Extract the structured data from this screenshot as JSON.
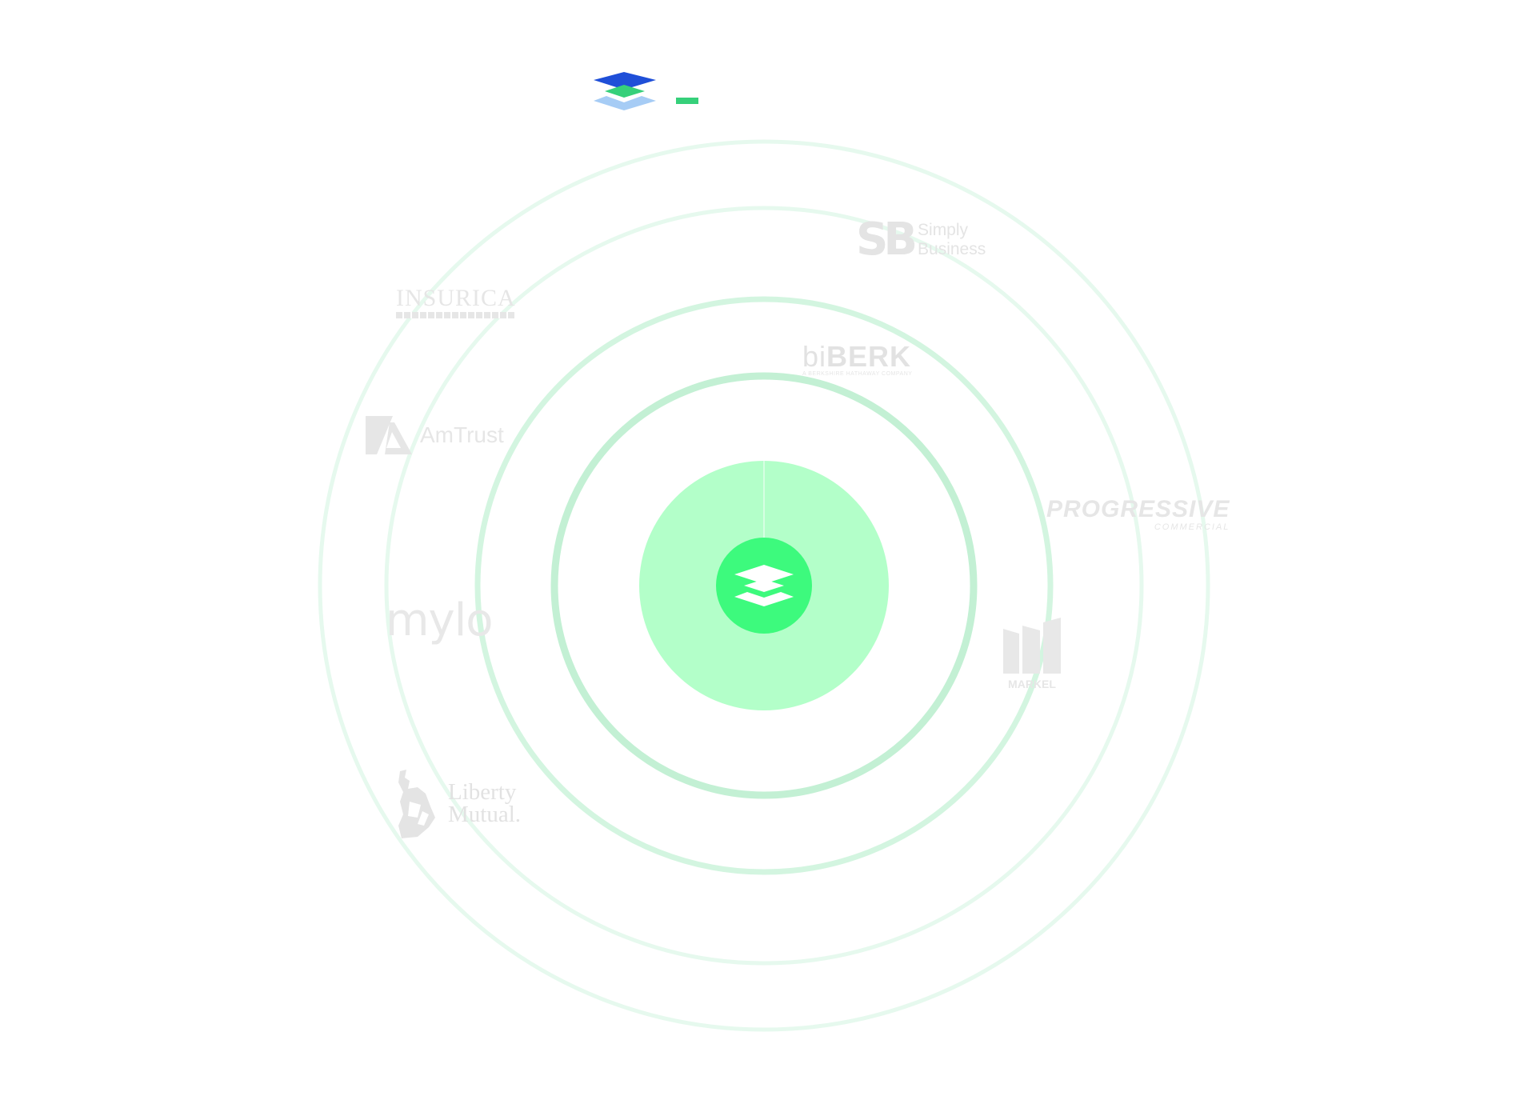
{
  "brand": {
    "colors": {
      "top": "#1f4fd8",
      "middle": "#36d07a",
      "bottom": "#a6ccf5",
      "dash": "#36d07a"
    }
  },
  "diagram": {
    "colors": {
      "core_fill": "#b3ffc9",
      "hub_fill": "#3dfa7d",
      "hub_icon": "#ffffff",
      "ring_inner": "#c3f0d4",
      "ring_mid": "#d3f5e0",
      "ring_outer": "#e6f9ee"
    },
    "hub_icon": "stacked-layers-icon"
  },
  "logos": {
    "simply_business": {
      "mono": "SB",
      "line1": "Simply",
      "line2": "Business"
    },
    "insurica": {
      "name": "INSURICA"
    },
    "biberk": {
      "prefix": "bi",
      "name": "BERK",
      "tagline": "A BERKSHIRE HATHAWAY COMPANY"
    },
    "amtrust": {
      "name": "AmTrust"
    },
    "progressive": {
      "name": "PROGRESSIVE",
      "sub": "COMMERCIAL"
    },
    "mylo": {
      "name": "mylo"
    },
    "markel": {
      "name": "MARKEL"
    },
    "liberty": {
      "line1": "Liberty",
      "line2": "Mutual."
    }
  }
}
